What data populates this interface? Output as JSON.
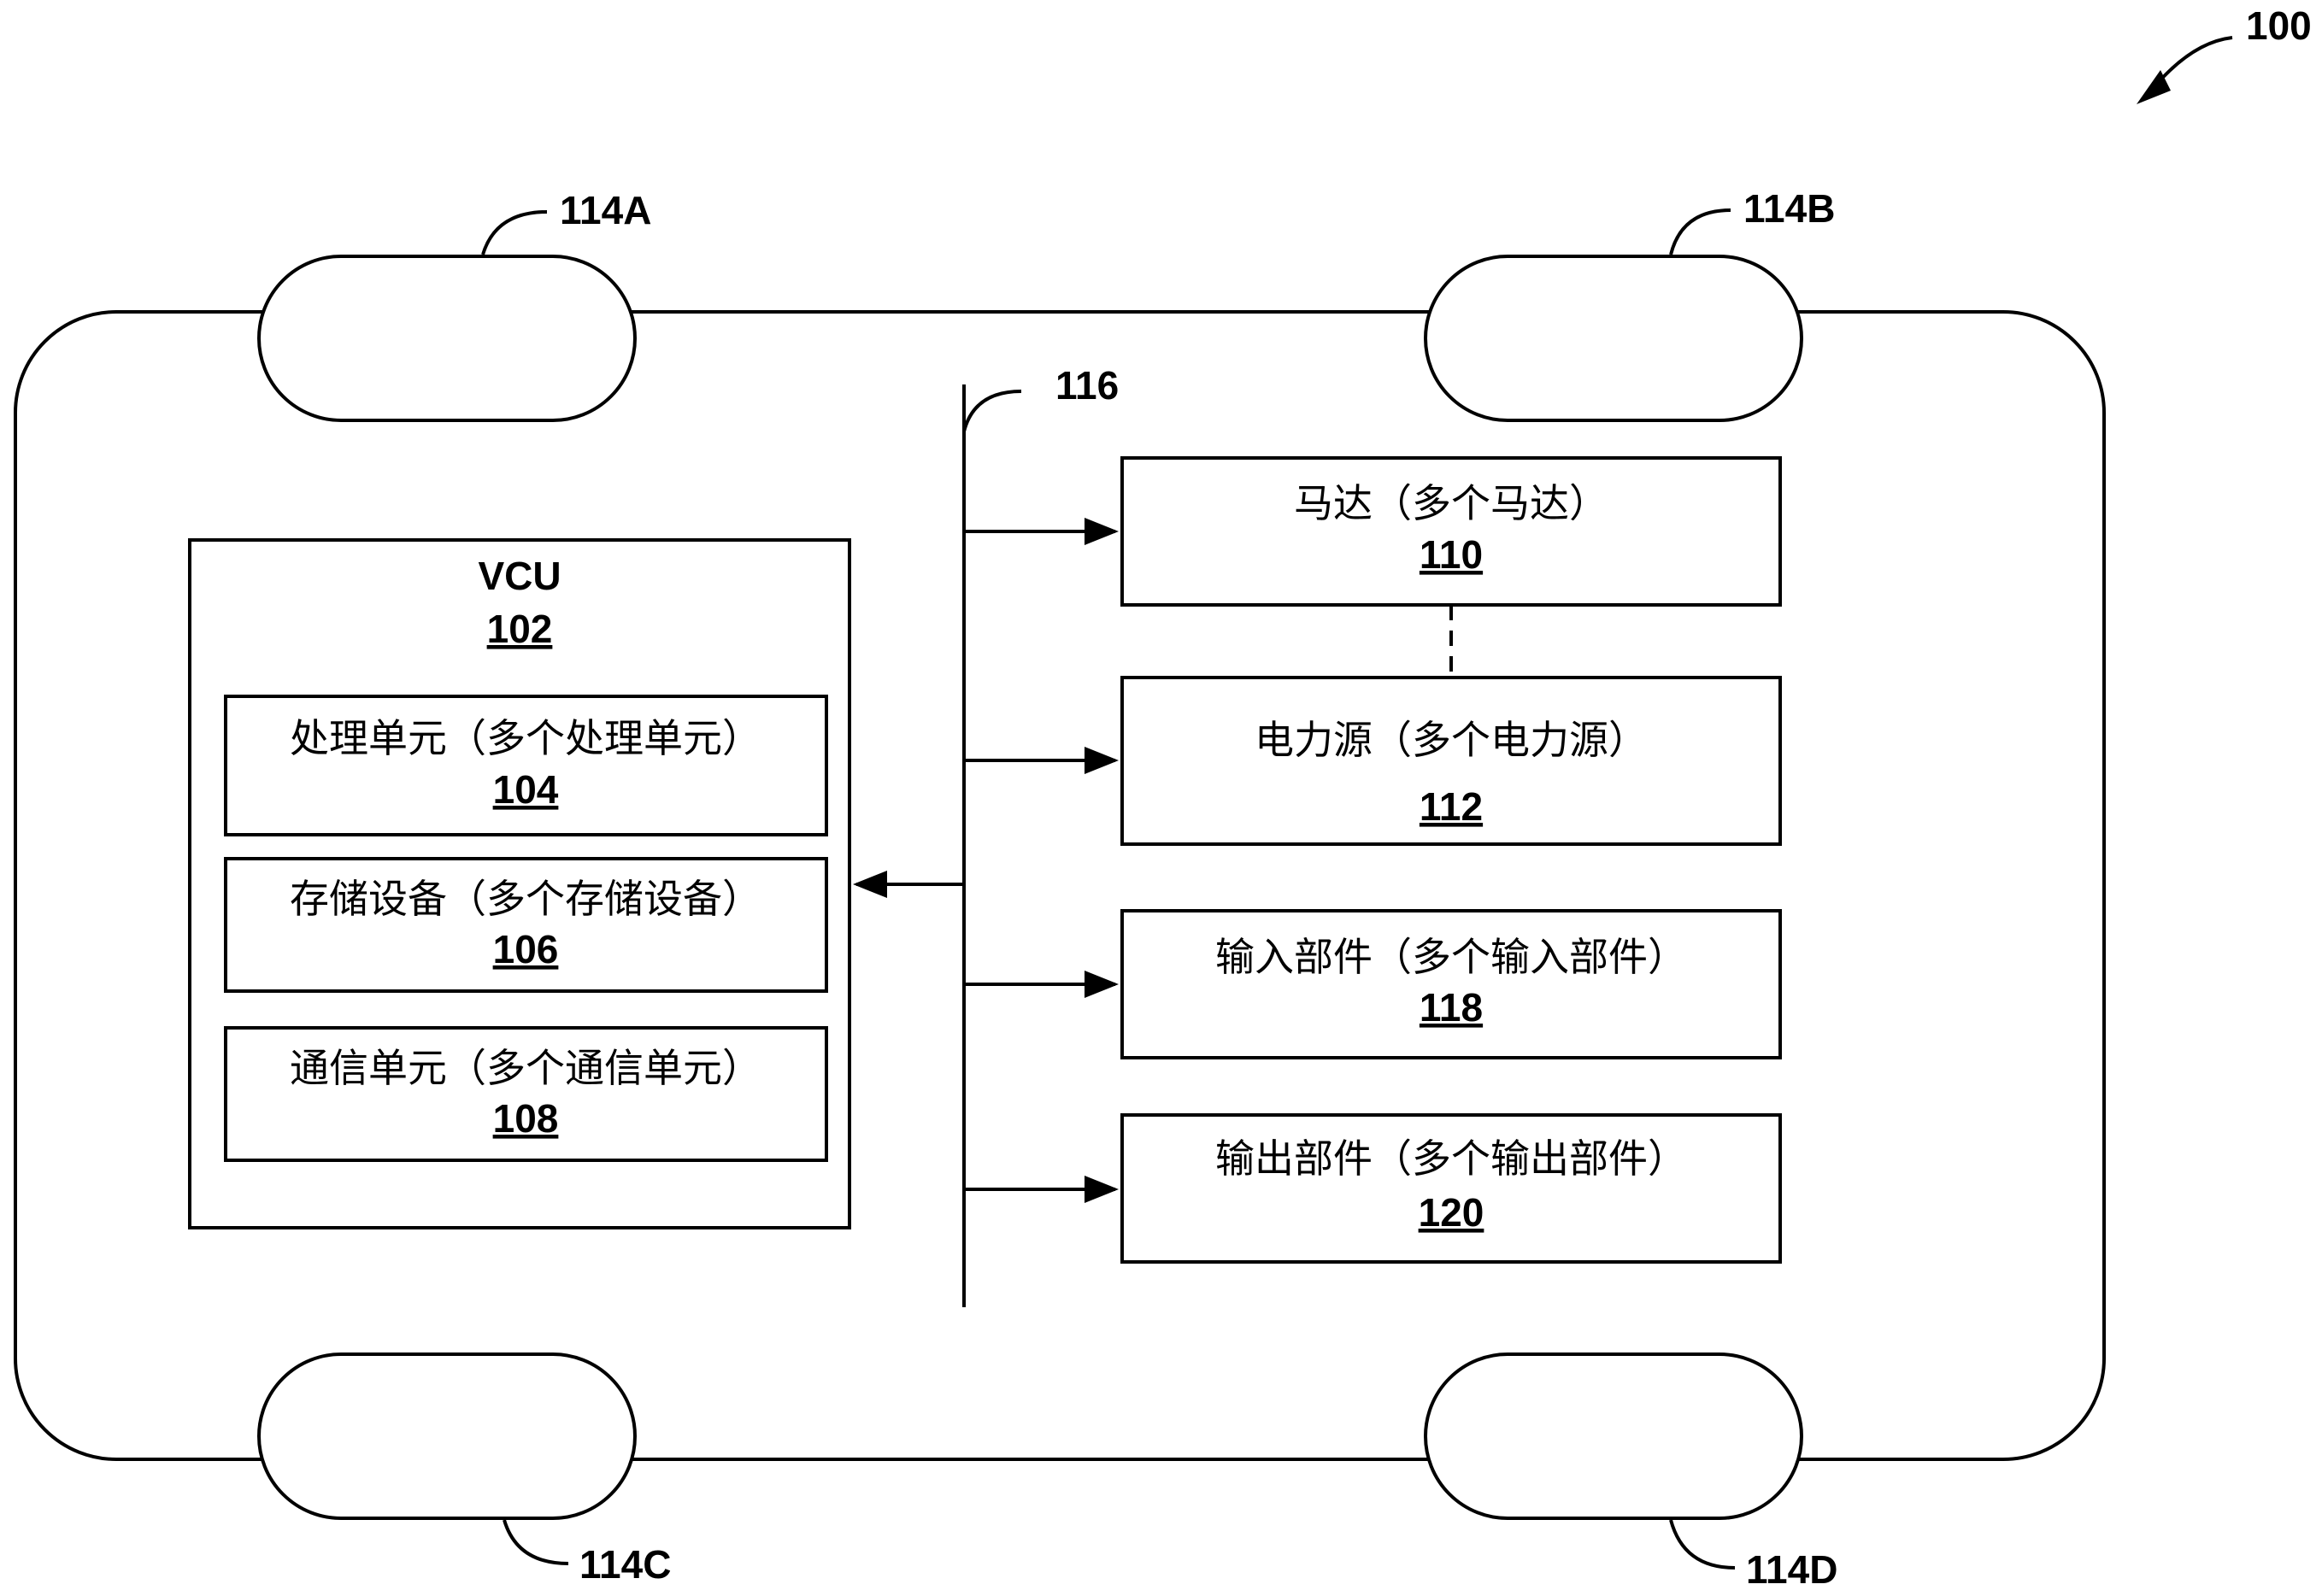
{
  "figure_ref": "100",
  "wheels": {
    "front_left": "114A",
    "front_right": "114B",
    "rear_left": "114C",
    "rear_right": "114D"
  },
  "bus": {
    "ref": "116"
  },
  "vcu": {
    "title": "VCU",
    "number": "102",
    "sub_blocks": [
      {
        "label": "处理单元（多个处理单元）",
        "number": "104"
      },
      {
        "label": "存储设备（多个存储设备）",
        "number": "106"
      },
      {
        "label": "通信单元（多个通信单元）",
        "number": "108"
      }
    ]
  },
  "components": [
    {
      "label": "马达（多个马达）",
      "number": "110"
    },
    {
      "label": "电力源（多个电力源）",
      "number": "112"
    },
    {
      "label": "输入部件（多个输入部件）",
      "number": "118"
    },
    {
      "label": "输出部件（多个输出部件）",
      "number": "120"
    }
  ]
}
